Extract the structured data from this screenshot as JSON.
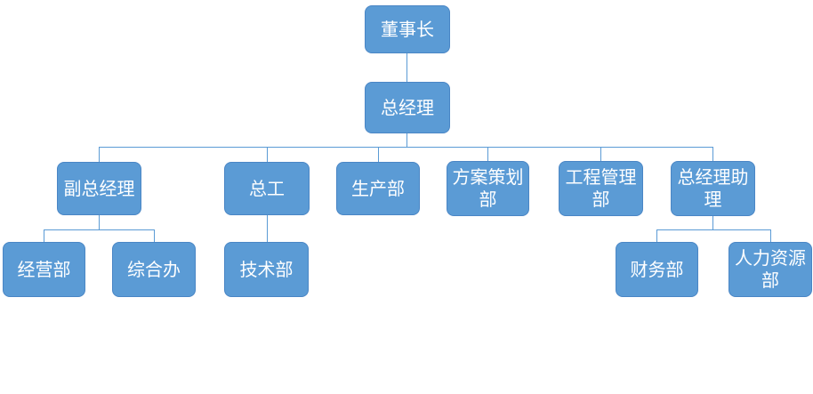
{
  "diagram": {
    "type": "org-chart",
    "title": "",
    "colors": {
      "box_fill": "#5B9BD5",
      "box_border": "#4a86c5",
      "connector": "#5B9BD5",
      "text": "#FFFFFF",
      "background": "#FFFFFF"
    },
    "nodes": {
      "chairman": {
        "label": "董事长",
        "reports_to": null
      },
      "gm": {
        "label": "总经理",
        "reports_to": "chairman"
      },
      "deputy_gm": {
        "label": "副总经理",
        "reports_to": "gm"
      },
      "chief_engineer": {
        "label": "总工",
        "reports_to": "gm"
      },
      "production_dept": {
        "label": "生产部",
        "reports_to": "gm"
      },
      "planning_dept": {
        "label": "方案策划部",
        "reports_to": "gm"
      },
      "eng_mgmt_dept": {
        "label": "工程管理部",
        "reports_to": "gm"
      },
      "gm_assistant": {
        "label": "总经理助理",
        "reports_to": "gm"
      },
      "operations_dept": {
        "label": "经营部",
        "reports_to": "deputy_gm"
      },
      "general_office": {
        "label": "综合办",
        "reports_to": "deputy_gm"
      },
      "technology_dept": {
        "label": "技术部",
        "reports_to": "chief_engineer"
      },
      "finance_dept": {
        "label": "财务部",
        "reports_to": "gm_assistant"
      },
      "hr_dept": {
        "label": "人力资源部",
        "reports_to": "gm_assistant"
      }
    }
  }
}
